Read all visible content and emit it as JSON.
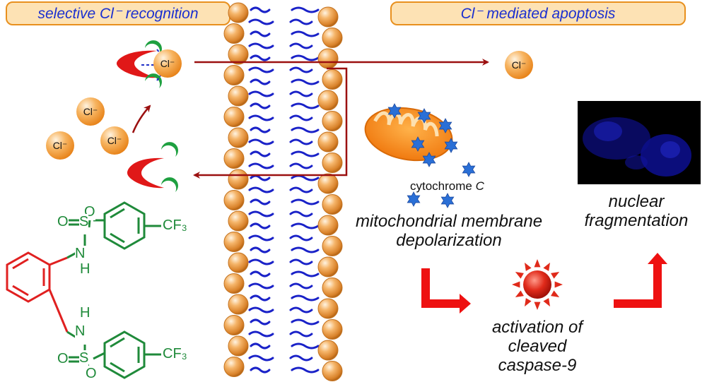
{
  "titles": {
    "left": "selective Cl⁻ recognition",
    "right": "Cl⁻ mediated apoptosis"
  },
  "ions": {
    "label": "Cl⁻"
  },
  "chemistry": {
    "o": "O",
    "s": "S",
    "n": "N",
    "h": "H",
    "cf3": "CF₃"
  },
  "labels": {
    "cytochrome": "cytochrome",
    "cytochrome_c": "C",
    "mito_line1": "mitochondrial membrane",
    "mito_line2": "depolarization",
    "nuclear_line1": "nuclear",
    "nuclear_line2": "fragmentation",
    "caspase_line1": "activation of",
    "caspase_line2": "cleaved",
    "caspase_line3": "caspase-9"
  },
  "colors": {
    "title_border": "#e8901e",
    "title_fill": "#fde2b4",
    "title_text": "#1a2fd0",
    "lipid_head": "#eea050",
    "lipid_tail": "#1a22c8",
    "arrow": "#9b1010",
    "receptor_red": "#e01818",
    "receptor_green": "#1ea040",
    "red_arrow": "#ee1111",
    "star_blue": "#2a6fd6",
    "benzene_red": "#e02020",
    "sulfonyl_green": "#1f8a3a"
  }
}
